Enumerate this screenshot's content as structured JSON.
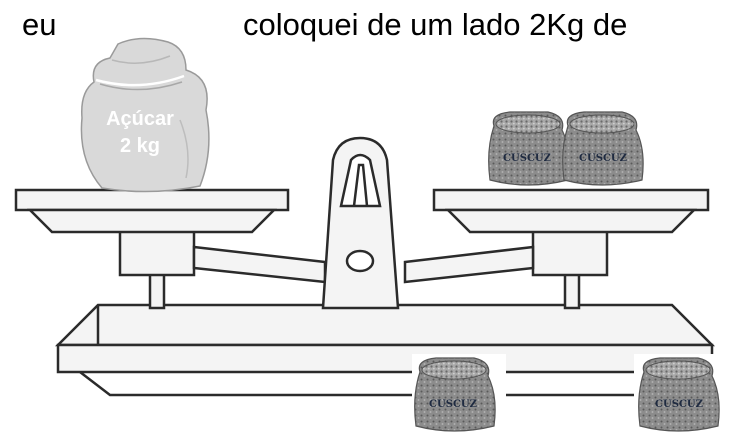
{
  "caption": {
    "left": "eu",
    "right": "coloquei de um lado 2Kg de"
  },
  "sugar_sack": {
    "line1": "Açúcar",
    "line2": "2 kg"
  },
  "cuscuz_label": "CUSCUZ",
  "colors": {
    "outline": "#2b2b2b",
    "scale_fill": "#f4f4f4",
    "sugar_sack": "#d9d9d9",
    "cuscuz_sack": "#8c8c8c",
    "cuscuz_top": "#b9b9b9"
  }
}
